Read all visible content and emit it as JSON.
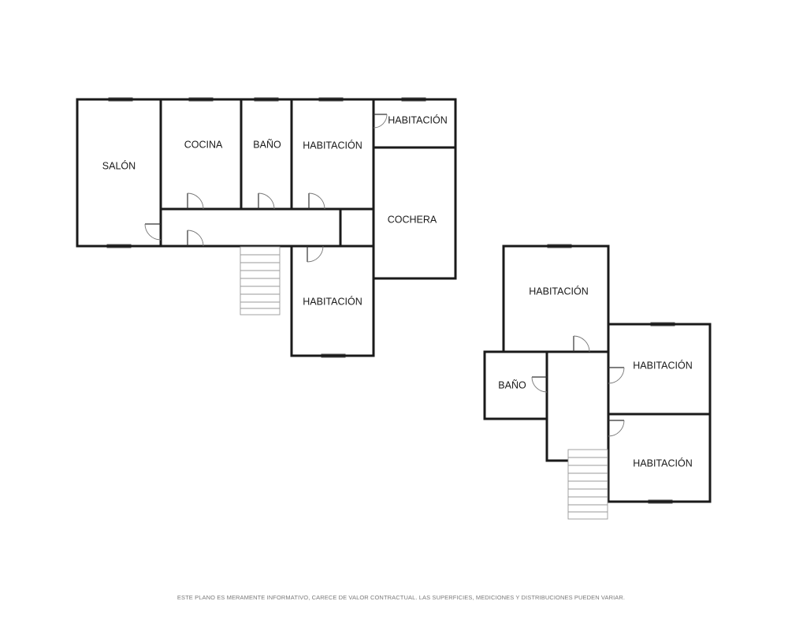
{
  "rooms": {
    "salon": "SALÓN",
    "cocina": "COCINA",
    "bano_1": "BAÑO",
    "habitacion_1": "HABITACIÓN",
    "habitacion_2": "HABITACIÓN",
    "cochera": "COCHERA",
    "habitacion_3": "HABITACIÓN",
    "habitacion_4": "HABITACIÓN",
    "habitacion_5": "HABITACIÓN",
    "bano_2": "BAÑO",
    "habitacion_6": "HABITACIÓN"
  },
  "footer": {
    "disclaimer": "ESTE PLANO ES MERAMENTE INFORMATIVO, CARECE DE VALOR CONTRACTUAL. LAS SUPERFICIES, MEDICIONES Y DISTRIBUCIONES PUEDEN VARIAR."
  }
}
